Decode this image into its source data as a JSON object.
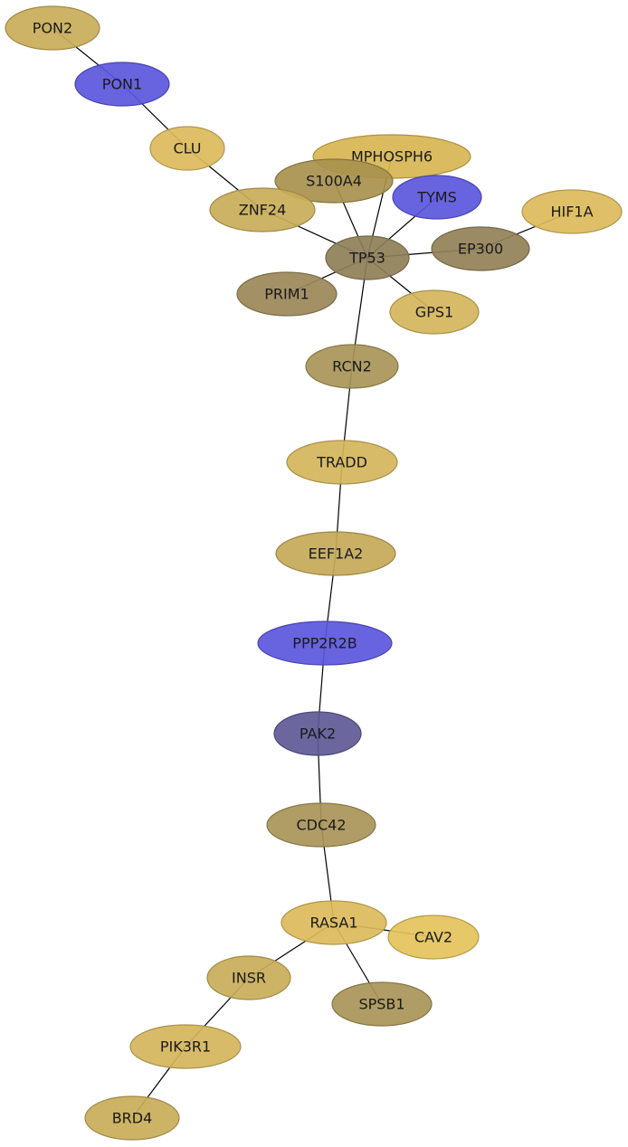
{
  "nodes": [
    {
      "id": "PON2",
      "label": "PON2",
      "color": "#c9ad58"
    },
    {
      "id": "PON1",
      "label": "PON1",
      "color": "#5b56dc"
    },
    {
      "id": "CLU",
      "label": "CLU",
      "color": "#dcbb5b"
    },
    {
      "id": "MPHOSPH6",
      "label": "MPHOSPH6",
      "color": "#d7b552"
    },
    {
      "id": "S100A4",
      "label": "S100A4",
      "color": "#a8914e"
    },
    {
      "id": "TYMS",
      "label": "TYMS",
      "color": "#5b56dc"
    },
    {
      "id": "HIF1A",
      "label": "HIF1A",
      "color": "#dcbb5b"
    },
    {
      "id": "ZNF24",
      "label": "ZNF24",
      "color": "#c9ad58"
    },
    {
      "id": "TP53",
      "label": "TP53",
      "color": "#8f7f58"
    },
    {
      "id": "EP300",
      "label": "EP300",
      "color": "#938158"
    },
    {
      "id": "PRIM1",
      "label": "PRIM1",
      "color": "#9b8758"
    },
    {
      "id": "GPS1",
      "label": "GPS1",
      "color": "#d4b55b"
    },
    {
      "id": "RCN2",
      "label": "RCN2",
      "color": "#a99558"
    },
    {
      "id": "TRADD",
      "label": "TRADD",
      "color": "#d4b55b"
    },
    {
      "id": "EEF1A2",
      "label": "EEF1A2",
      "color": "#c4a958"
    },
    {
      "id": "PPP2R2B",
      "label": "PPP2R2B",
      "color": "#5b56dc"
    },
    {
      "id": "PAK2",
      "label": "PAK2",
      "color": "#5e5a96"
    },
    {
      "id": "CDC42",
      "label": "CDC42",
      "color": "#a99558"
    },
    {
      "id": "RASA1",
      "label": "RASA1",
      "color": "#dcbb5b"
    },
    {
      "id": "CAV2",
      "label": "CAV2",
      "color": "#e4c35b"
    },
    {
      "id": "INSR",
      "label": "INSR",
      "color": "#c9ad58"
    },
    {
      "id": "SPSB1",
      "label": "SPSB1",
      "color": "#a99558"
    },
    {
      "id": "PIK3R1",
      "label": "PIK3R1",
      "color": "#d4b55b"
    },
    {
      "id": "BRD4",
      "label": "BRD4",
      "color": "#c9ad58"
    }
  ],
  "edges": [
    [
      "PON2",
      "PON1"
    ],
    [
      "PON1",
      "CLU"
    ],
    [
      "CLU",
      "ZNF24"
    ],
    [
      "ZNF24",
      "TP53"
    ],
    [
      "S100A4",
      "TP53"
    ],
    [
      "MPHOSPH6",
      "TP53"
    ],
    [
      "TYMS",
      "TP53"
    ],
    [
      "TP53",
      "EP300"
    ],
    [
      "EP300",
      "HIF1A"
    ],
    [
      "TP53",
      "PRIM1"
    ],
    [
      "TP53",
      "GPS1"
    ],
    [
      "TP53",
      "RCN2"
    ],
    [
      "RCN2",
      "TRADD"
    ],
    [
      "TRADD",
      "EEF1A2"
    ],
    [
      "EEF1A2",
      "PPP2R2B"
    ],
    [
      "PPP2R2B",
      "PAK2"
    ],
    [
      "PAK2",
      "CDC42"
    ],
    [
      "CDC42",
      "RASA1"
    ],
    [
      "RASA1",
      "CAV2"
    ],
    [
      "RASA1",
      "INSR"
    ],
    [
      "RASA1",
      "SPSB1"
    ],
    [
      "INSR",
      "PIK3R1"
    ],
    [
      "PIK3R1",
      "BRD4"
    ]
  ]
}
